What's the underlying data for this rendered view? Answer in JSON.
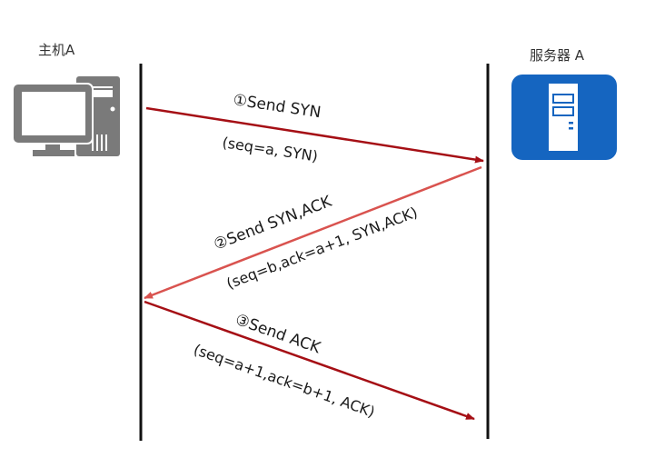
{
  "title": "TCP three-way handshake",
  "nodes": {
    "client": {
      "label": "主机A",
      "icon": "desktop-computer-icon",
      "color": "#7a7a7a"
    },
    "server": {
      "label": "服务器 A",
      "icon": "server-icon",
      "color": "#1565c0"
    }
  },
  "messages": [
    {
      "step": "①",
      "label": "①Send SYN",
      "detail": "(seq=a, SYN)",
      "from": "client",
      "to": "server",
      "color": "#a50f15"
    },
    {
      "step": "②",
      "label": "②Send SYN,ACK",
      "detail": "(seq=b,ack=a+1, SYN,ACK)",
      "from": "server",
      "to": "client",
      "color": "#d9534f"
    },
    {
      "step": "③",
      "label": "③Send ACK",
      "detail": "(seq=a+1,ack=b+1, ACK)",
      "from": "client",
      "to": "server",
      "color": "#a50f15"
    }
  ],
  "colors": {
    "lifeline": "#111111"
  }
}
